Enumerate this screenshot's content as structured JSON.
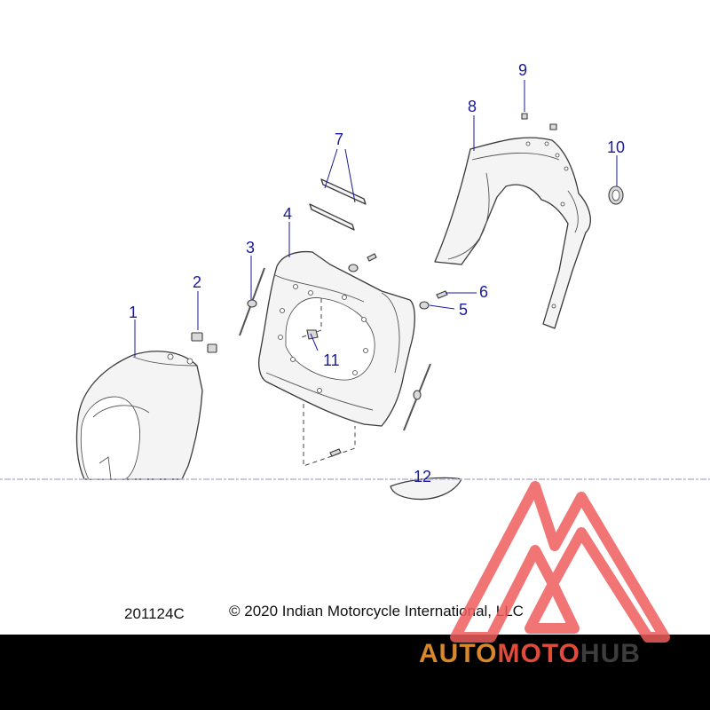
{
  "diagram": {
    "callouts": [
      "1",
      "2",
      "3",
      "4",
      "5",
      "6",
      "7",
      "8",
      "9",
      "10",
      "11",
      "12"
    ],
    "figure_number": "201124C",
    "copyright": "© 2020 Indian Motorcycle International, LLC"
  },
  "watermark": {
    "brand_part1": "AUTO",
    "brand_part2": "MOTO",
    "brand_part3": "HUB",
    "colors": {
      "triangle": "#ef5d5d",
      "auto": "#d8882c",
      "moto": "#e04b3a",
      "hub": "#3d3d3d"
    }
  }
}
